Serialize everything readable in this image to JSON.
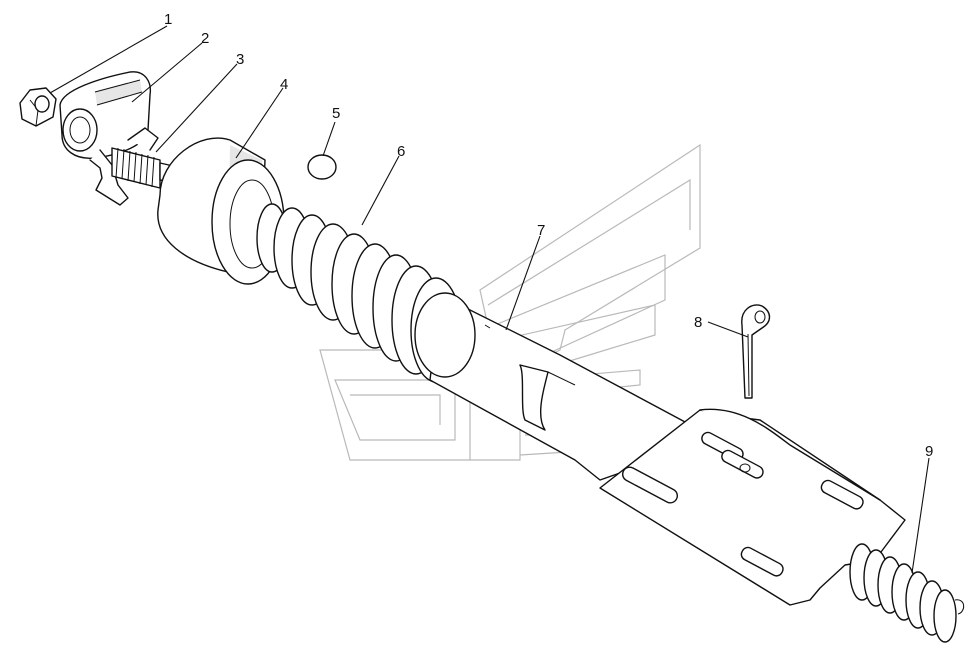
{
  "callouts": [
    {
      "id": "1",
      "label": "1"
    },
    {
      "id": "2",
      "label": "2"
    },
    {
      "id": "3",
      "label": "3"
    },
    {
      "id": "4",
      "label": "4"
    },
    {
      "id": "5",
      "label": "5"
    },
    {
      "id": "6",
      "label": "6"
    },
    {
      "id": "7",
      "label": "7"
    },
    {
      "id": "8",
      "label": "8"
    },
    {
      "id": "9",
      "label": "9"
    }
  ],
  "colors": {
    "line": "#111111",
    "watermark": "#b9b9b9",
    "background": "#ffffff"
  }
}
